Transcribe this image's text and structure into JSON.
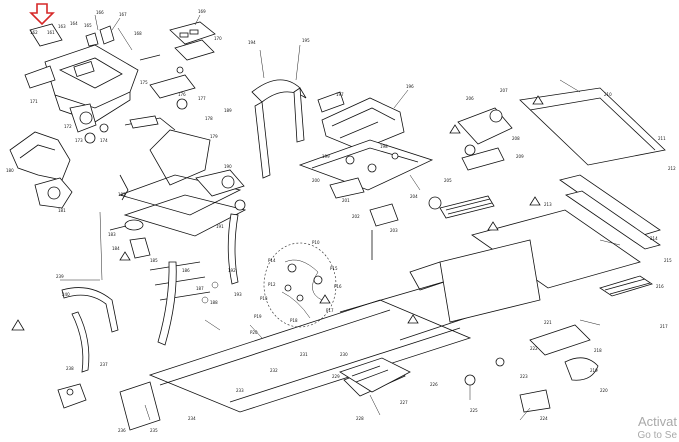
{
  "diagram": {
    "part_labels": [
      "162",
      "161",
      "163",
      "164",
      "165",
      "166",
      "167",
      "168",
      "169",
      "170",
      "171",
      "172",
      "173",
      "174",
      "175",
      "176",
      "177",
      "178",
      "179",
      "180",
      "181",
      "182",
      "183",
      "184",
      "185",
      "186",
      "187",
      "188",
      "189",
      "190",
      "191",
      "192",
      "193",
      "194",
      "195",
      "196",
      "197",
      "198",
      "199",
      "200",
      "201",
      "202",
      "203",
      "204",
      "205",
      "206",
      "207",
      "208",
      "209",
      "210",
      "211",
      "212",
      "213",
      "214",
      "215",
      "216",
      "217",
      "218",
      "219",
      "220",
      "221",
      "222",
      "223",
      "224",
      "225",
      "226",
      "227",
      "228",
      "229",
      "230",
      "231",
      "232",
      "233",
      "234",
      "235",
      "236",
      "237",
      "238",
      "239",
      "240",
      "P10",
      "P12",
      "P13",
      "P14",
      "P15",
      "P16",
      "P17",
      "P18",
      "P19",
      "P20"
    ],
    "marker_color": "#d62828"
  },
  "watermark": {
    "title": "Activat",
    "subtitle": "Go to Se"
  }
}
